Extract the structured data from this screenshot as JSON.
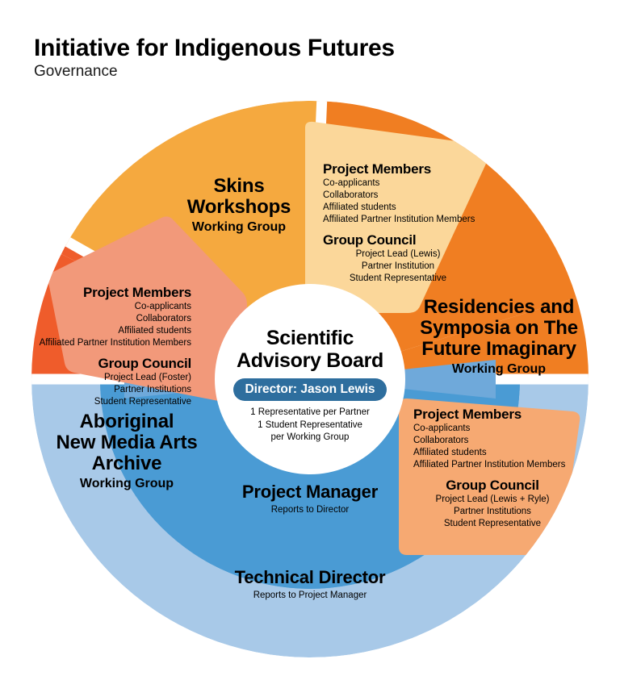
{
  "header": {
    "title": "Initiative for Indigenous Futures",
    "subtitle": "Governance"
  },
  "colors": {
    "segment_skins": "#F5A93F",
    "segment_residencies": "#F07E22",
    "segment_archive": "#EF5C2B",
    "panel_skins": "#FBD79A",
    "panel_residencies": "#F6A972",
    "panel_archive": "#F2997A",
    "blue_project_manager": "#4A9BD4",
    "blue_technical_director": "#A8C9E8",
    "blue_spoke": "#6FA9DA",
    "badge_director": "#2E6E9E",
    "background": "#FFFFFF"
  },
  "center": {
    "name": "Scientific Advisory Board",
    "line1": "Scientific",
    "line2": "Advisory Board",
    "badge_label": "Director: Jason Lewis",
    "notes": [
      "1 Representative per Partner",
      "1 Student Representative",
      "per Working Group"
    ]
  },
  "segments": [
    {
      "id": "skins-workshops",
      "title_lines": [
        "Skins",
        "Workshops"
      ],
      "subtitle": "Working Group",
      "panel": {
        "members_heading": "Project Members",
        "members": [
          "Co-applicants",
          "Collaborators",
          "Affiliated students",
          "Affiliated Partner Institution Members"
        ],
        "council_heading": "Group Council",
        "council": [
          "Project Lead (Lewis)",
          "Partner Institution",
          "Student Representative"
        ]
      }
    },
    {
      "id": "residencies-symposia",
      "title_lines": [
        "Residencies and",
        "Symposia on The",
        "Future Imaginary"
      ],
      "subtitle": "Working Group",
      "panel": {
        "members_heading": "Project Members",
        "members": [
          "Co-applicants",
          "Collaborators",
          "Affiliated students",
          "Affiliated Partner Institution Members"
        ],
        "council_heading": "Group Council",
        "council": [
          "Project Lead (Lewis + Ryle)",
          "Partner Institutions",
          "Student Representative"
        ]
      }
    },
    {
      "id": "aboriginal-new-media-arts-archive",
      "title_lines": [
        "Aboriginal",
        "New Media Arts",
        "Archive"
      ],
      "subtitle": "Working Group",
      "panel": {
        "members_heading": "Project Members",
        "members": [
          "Co-applicants",
          "Collaborators",
          "Affiliated students",
          "Affiliated Partner Institution Members"
        ],
        "council_heading": "Group Council",
        "council": [
          "Project Lead (Foster)",
          "Partner Institutions",
          "Student Representative"
        ]
      }
    }
  ],
  "roles": [
    {
      "id": "project-manager",
      "title": "Project Manager",
      "subtitle": "Reports to Director"
    },
    {
      "id": "technical-director",
      "title": "Technical Director",
      "subtitle": "Reports to Project Manager"
    }
  ]
}
